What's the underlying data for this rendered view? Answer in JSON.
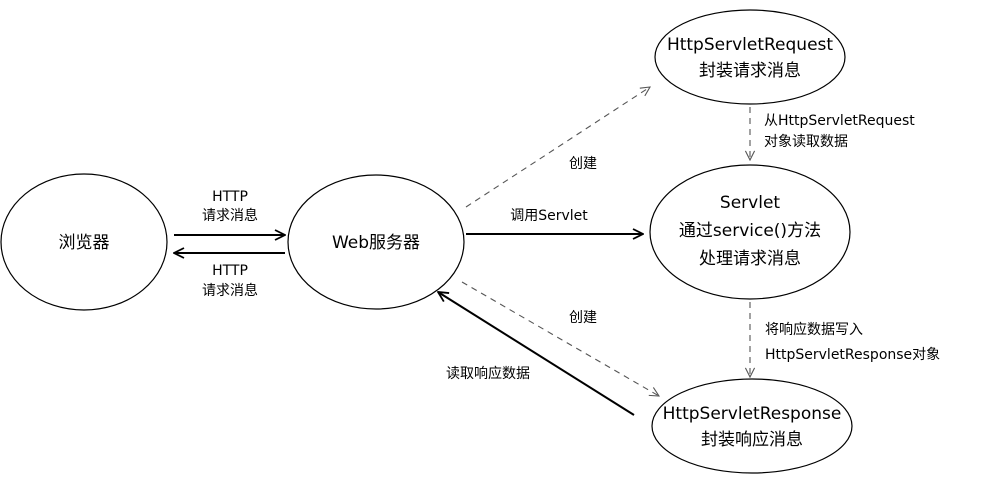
{
  "nodes": {
    "browser": {
      "label": "浏览器"
    },
    "web_server": {
      "label": "Web服务器"
    },
    "request": {
      "line1": "HttpServletRequest",
      "line2": "封装请求消息"
    },
    "servlet": {
      "line1": "Servlet",
      "line2": "通过service()方法",
      "line3": "处理请求消息"
    },
    "response": {
      "line1": "HttpServletResponse",
      "line2": "封装响应消息"
    }
  },
  "edges": {
    "browser_to_server": {
      "line1": "HTTP",
      "line2": "请求消息"
    },
    "server_to_browser": {
      "line1": "HTTP",
      "line2": "请求消息"
    },
    "create_request": {
      "label": "创建"
    },
    "call_servlet": {
      "label": "调用Servlet"
    },
    "create_response": {
      "label": "创建"
    },
    "read_request": {
      "line1": "从HttpServletRequest",
      "line2": "对象读取数据"
    },
    "write_response": {
      "line1": "将响应数据写入",
      "line2": "HttpServletResponse对象"
    },
    "read_response": {
      "label": "读取响应数据"
    }
  }
}
